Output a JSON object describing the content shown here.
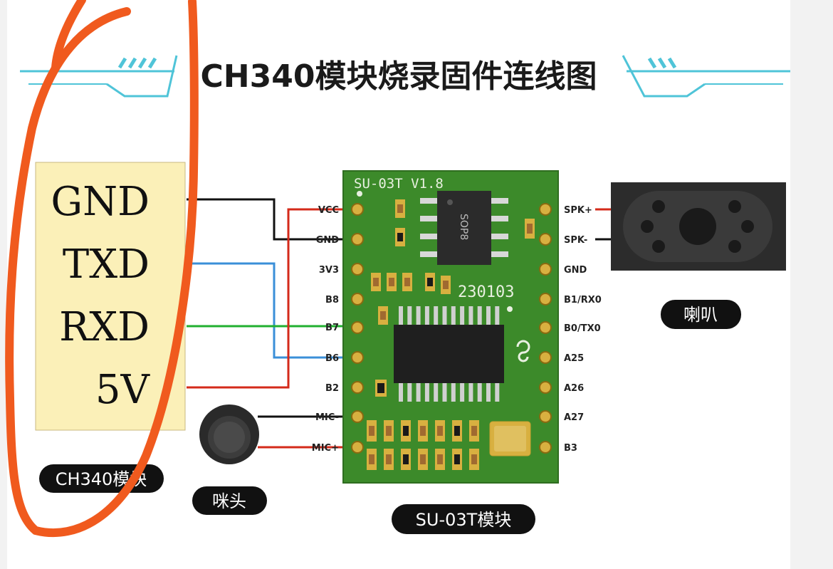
{
  "title": "CH340模块烧录固件连线图",
  "colors": {
    "background": "#f2f2f2",
    "ch340_fill": "#fbf0b8",
    "pcb_green": "#3c8a2a",
    "wire_red": "#d42a1a",
    "wire_blue": "#3a8fd8",
    "wire_green": "#22b030",
    "wire_black": "#111111",
    "annotation_orange": "#f05a1e",
    "accent_cyan": "#4fc4d8"
  },
  "ch340": {
    "pins": [
      "GND",
      "TXD",
      "RXD",
      "5V"
    ],
    "label": "CH340模块"
  },
  "board": {
    "silkscreen": "SU-03T V1.8",
    "chip_top_label": "SOP8",
    "date_code": "230103",
    "left_pins": [
      "VCC",
      "GND",
      "3V3",
      "B8",
      "B7",
      "B6",
      "B2",
      "MIC-",
      "MIC+"
    ],
    "right_pins": [
      "SPK+",
      "SPK-",
      "GND",
      "B1/RX0",
      "B0/TX0",
      "A25",
      "A26",
      "A27",
      "B3"
    ],
    "label": "SU-03T模块"
  },
  "mic": {
    "label": "咪头"
  },
  "speaker": {
    "label": "喇叭"
  },
  "connections": [
    {
      "from": "CH340 GND",
      "to": "GND",
      "color": "black"
    },
    {
      "from": "CH340 TXD",
      "to": "B6",
      "color": "blue"
    },
    {
      "from": "CH340 RXD",
      "to": "B7",
      "color": "green"
    },
    {
      "from": "CH340 5V",
      "to": "VCC",
      "color": "red"
    },
    {
      "from": "咪头",
      "to": "MIC-",
      "color": "black"
    },
    {
      "from": "咪头",
      "to": "MIC+",
      "color": "red"
    },
    {
      "from": "SPK+",
      "to": "喇叭",
      "color": "red"
    },
    {
      "from": "SPK-",
      "to": "喇叭",
      "color": "black"
    }
  ]
}
